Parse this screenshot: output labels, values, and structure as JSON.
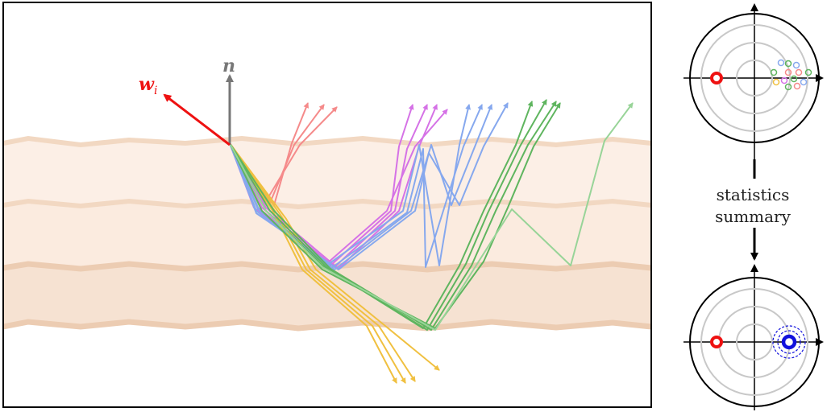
{
  "labels": {
    "normal": "n",
    "incident": "w",
    "incident_subscript": "i",
    "summary_line1": "statistics",
    "summary_line2": "summary"
  },
  "colors": {
    "incident": "#ee1111",
    "normal": "#777777",
    "paths_red": "#f58a8a",
    "paths_magenta": "#d572e6",
    "paths_blue": "#86a8ee",
    "paths_green": "#6dbd6d",
    "paths_green_light": "#98d498",
    "paths_yellow": "#f0c040",
    "layer_light": "#fcefe6",
    "layer_dark": "#f6e2d2",
    "layer_boundary": "#f0d4bc",
    "summary_mean": "#1111dd"
  },
  "icons": [
    "arrow-icon"
  ]
}
